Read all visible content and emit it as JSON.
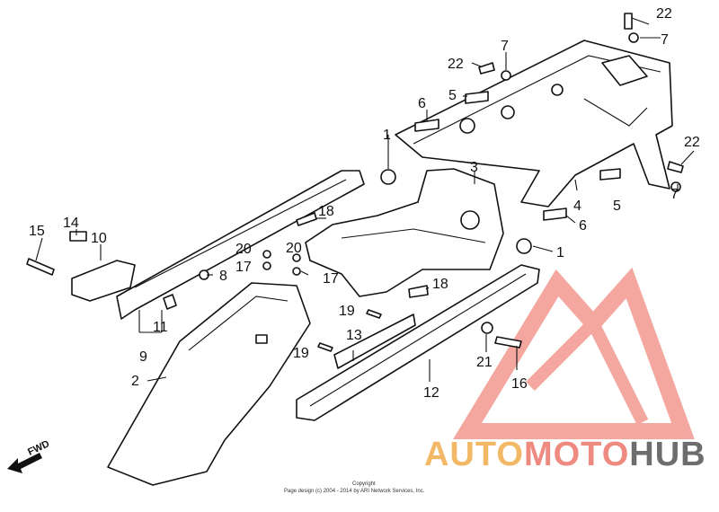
{
  "callouts": [
    "22",
    "7",
    "22",
    "7",
    "5",
    "6",
    "1",
    "3",
    "22",
    "7",
    "5",
    "4",
    "6",
    "1",
    "18",
    "15",
    "14",
    "10",
    "20",
    "17",
    "8",
    "20",
    "17",
    "18",
    "11",
    "9",
    "19",
    "13",
    "19",
    "2",
    "12",
    "21",
    "16"
  ],
  "fwd_label": "FWD",
  "copyright": {
    "line1": "Copyright",
    "line2": "Page design (c) 2004 - 2014 by ARI Network Services, Inc."
  },
  "watermark": {
    "part1": "AUTO",
    "part2": "MOTO",
    "part3": "HUB",
    "colors": {
      "orange": "#f2b866",
      "red": "#ef8a80",
      "dark": "#6d6d6d"
    }
  }
}
